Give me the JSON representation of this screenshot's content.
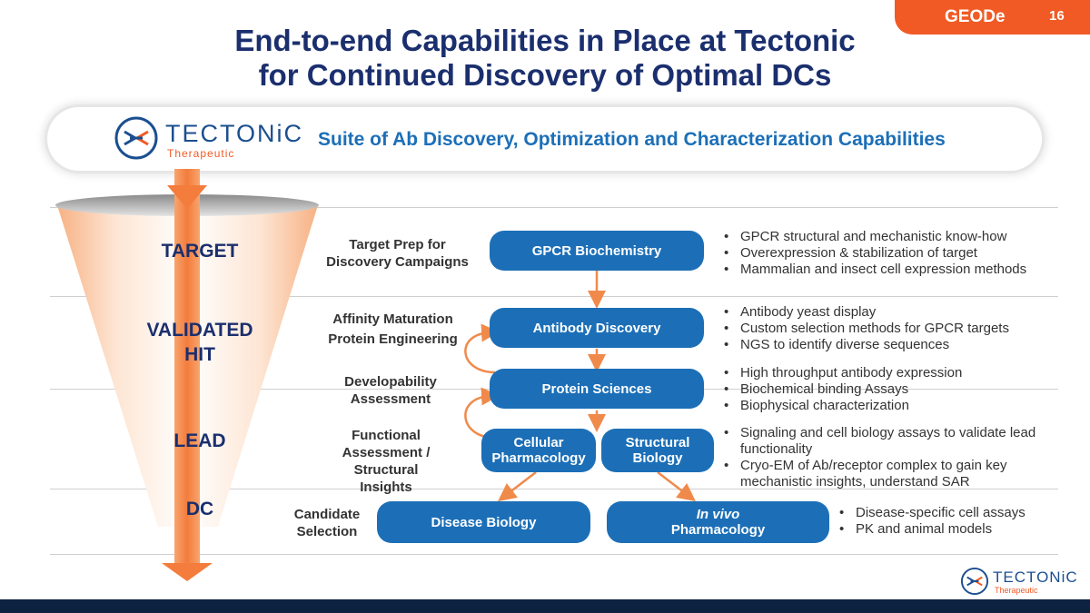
{
  "header": {
    "tab_label": "GEODe",
    "page_number": "16",
    "title_line1": "End-to-end Capabilities in Place at Tectonic",
    "title_line2": "for Continued Discovery of Optimal DCs"
  },
  "banner": {
    "brand_name": "TECTONiC",
    "brand_sub": "Therapeutic",
    "heading": "Suite of Ab Discovery, Optimization and Characterization Capabilities"
  },
  "funnel": {
    "stages": [
      "TARGET",
      "VALIDATED",
      "HIT",
      "LEAD",
      "DC"
    ]
  },
  "labels": {
    "target_prep_1": "Target Prep for",
    "target_prep_2": "Discovery Campaigns",
    "affinity": "Affinity Maturation",
    "protein_eng": "Protein Engineering",
    "develop_1": "Developability",
    "develop_2": "Assessment",
    "functional_1": "Functional",
    "functional_2": "Assessment /",
    "functional_3": "Structural",
    "functional_4": "Insights",
    "candidate_1": "Candidate",
    "candidate_2": "Selection"
  },
  "nodes": {
    "gpcr": "GPCR Biochemistry",
    "antibody": "Antibody Discovery",
    "protein": "Protein Sciences",
    "cellular_1": "Cellular",
    "cellular_2": "Pharmacology",
    "structural_1": "Structural",
    "structural_2": "Biology",
    "disease": "Disease Biology",
    "invivo_1": "In vivo",
    "invivo_2": "Pharmacology"
  },
  "bullets": {
    "gpcr": [
      "GPCR structural and mechanistic know-how",
      "Overexpression & stabilization of target",
      "Mammalian and insect cell expression methods"
    ],
    "antibody": [
      "Antibody yeast display",
      "Custom selection methods for GPCR  targets",
      "NGS to identify diverse sequences"
    ],
    "protein": [
      "High throughput antibody expression",
      "Biochemical binding Assays",
      "Biophysical characterization"
    ],
    "functional": [
      "Signaling and cell biology assays to validate lead functionality",
      "Cryo-EM of Ab/receptor complex to gain key mechanistic insights, understand SAR"
    ],
    "candidate": [
      "Disease-specific cell assays",
      "PK and animal models"
    ]
  },
  "footer": {
    "brand_name": "TECTONiC",
    "brand_sub": "Therapeutic"
  },
  "colors": {
    "navy": "#1b2f6e",
    "node_blue": "#1c6fb7",
    "orange": "#f15a24",
    "arrow_orange": "#f08a4b",
    "footer": "#0d2240"
  }
}
